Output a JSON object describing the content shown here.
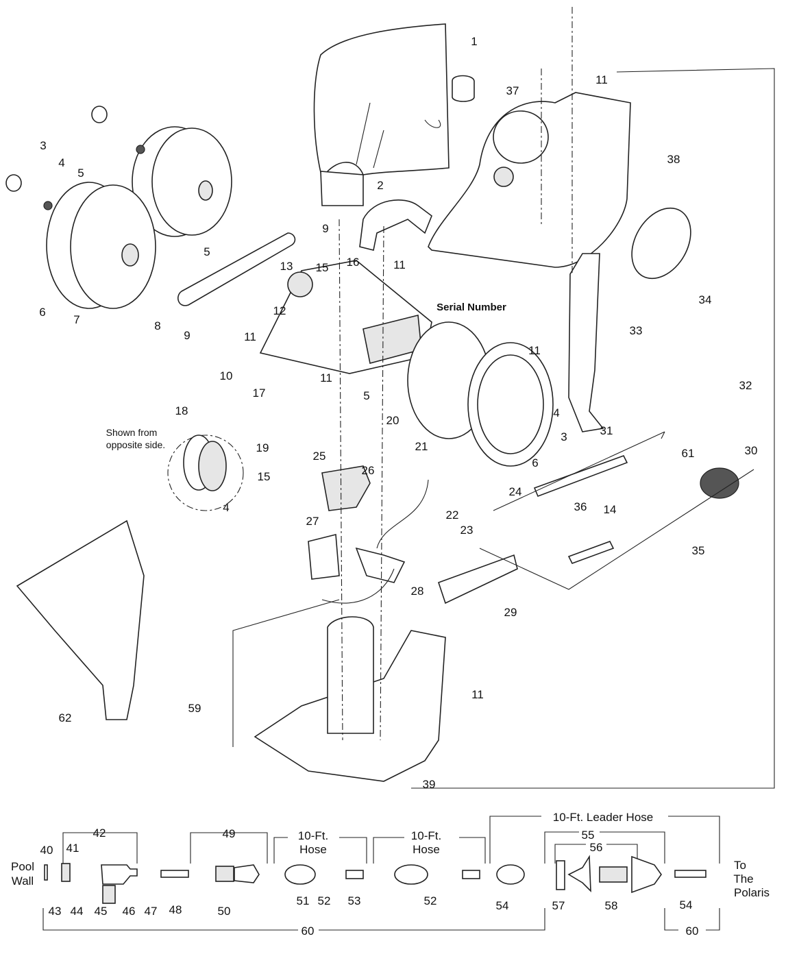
{
  "diagram": {
    "callouts": [
      "1",
      "37",
      "11",
      "38",
      "3",
      "4",
      "5",
      "2",
      "9",
      "5",
      "13",
      "15",
      "16",
      "11",
      "6",
      "7",
      "8",
      "9",
      "12",
      "11",
      "10",
      "17",
      "11",
      "34",
      "33",
      "11",
      "32",
      "5",
      "20",
      "18",
      "19",
      "15",
      "4",
      "21",
      "26",
      "25",
      "4",
      "3",
      "6",
      "31",
      "61",
      "30",
      "24",
      "22",
      "23",
      "14",
      "36",
      "35",
      "27",
      "28",
      "29",
      "11",
      "59",
      "62",
      "39"
    ],
    "serial_number_label": "Serial Number",
    "inset_note": [
      "Shown from",
      "opposite side."
    ]
  },
  "hose_assembly": {
    "callouts": [
      "42",
      "49",
      "40",
      "41",
      "43",
      "44",
      "45",
      "46",
      "47",
      "48",
      "50",
      "51",
      "52",
      "53",
      "52",
      "54",
      "57",
      "58",
      "54",
      "60",
      "60",
      "55",
      "56"
    ],
    "pool_wall": [
      "Pool",
      "Wall"
    ],
    "hose_label_1": [
      "10-Ft.",
      "Hose"
    ],
    "hose_label_2": [
      "10-Ft.",
      "Hose"
    ],
    "leader_hose_label": "10-Ft. Leader Hose",
    "to_polaris": [
      "To",
      "The",
      "Polaris"
    ]
  }
}
